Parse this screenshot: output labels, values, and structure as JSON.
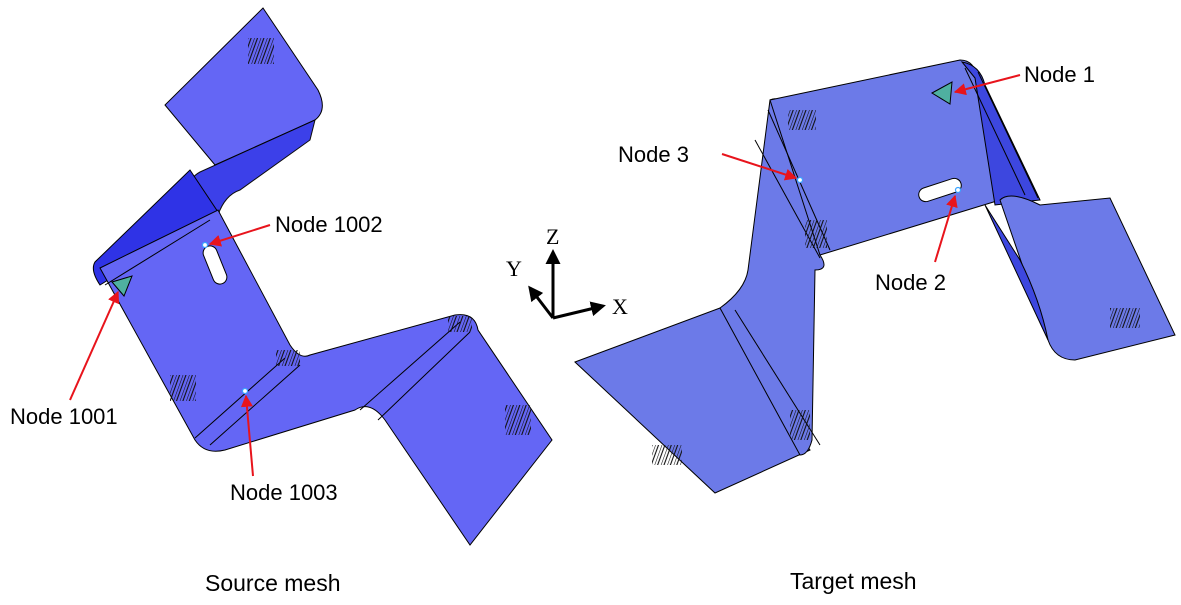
{
  "colors": {
    "panel_light": "#6466f5",
    "panel_mid": "#4f52ef",
    "panel_dark": "#2f33e6",
    "target_light": "#6c7ae8",
    "target_dark": "#3d47df",
    "arrow": "#e8141c",
    "node_marker": "#3aa3ff",
    "csys_fill": "#4fb0a0"
  },
  "axes": {
    "x_label": "X",
    "y_label": "Y",
    "z_label": "Z"
  },
  "source": {
    "caption": "Source mesh",
    "nodes": [
      {
        "label": "Node 1002"
      },
      {
        "label": "Node 1001"
      },
      {
        "label": "Node 1003"
      }
    ]
  },
  "target": {
    "caption": "Target mesh",
    "nodes": [
      {
        "label": "Node 1"
      },
      {
        "label": "Node 3"
      },
      {
        "label": "Node 2"
      }
    ]
  }
}
